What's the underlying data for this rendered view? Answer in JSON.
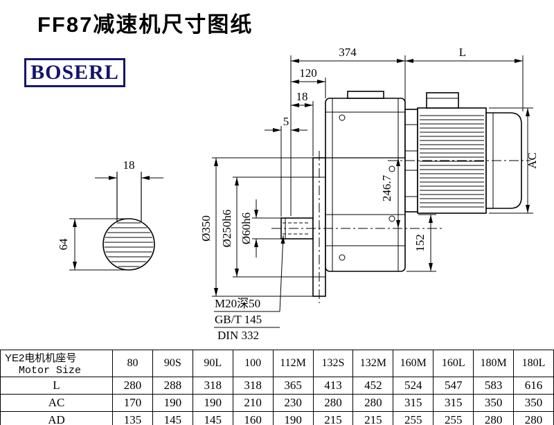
{
  "colors": {
    "brand": "#14146e",
    "line": "#000000"
  },
  "page": {
    "title": "FF87减速机尺寸图纸",
    "brand": "BOSERL"
  },
  "drawing": {
    "d374": "374",
    "dL": "L",
    "d120": "120",
    "d18": "18",
    "d5": "5",
    "dAC": "AC",
    "d246": "246.7",
    "d350": "Ø350",
    "d250": "Ø250h6",
    "d60": "Ø60h6",
    "d152": "152",
    "key_width": "18",
    "shaft_dia": "64",
    "note_thread": "M20深50",
    "note_std1": "GB/T 145",
    "note_std2": "DIN 332"
  },
  "table": {
    "header_cn": "YE2电机机座号",
    "header_en": "Motor Size",
    "columns": [
      "80",
      "90S",
      "90L",
      "100",
      "112M",
      "132S",
      "132M",
      "160M",
      "160L",
      "180M",
      "180L"
    ],
    "rows": [
      {
        "label": "L",
        "values": [
          "280",
          "288",
          "318",
          "318",
          "365",
          "413",
          "452",
          "524",
          "547",
          "583",
          "616"
        ]
      },
      {
        "label": "AC",
        "values": [
          "170",
          "190",
          "190",
          "210",
          "230",
          "280",
          "280",
          "315",
          "315",
          "350",
          "350"
        ]
      },
      {
        "label": "AD",
        "values": [
          "135",
          "145",
          "145",
          "160",
          "190",
          "215",
          "215",
          "255",
          "255",
          "280",
          "280"
        ]
      }
    ]
  }
}
